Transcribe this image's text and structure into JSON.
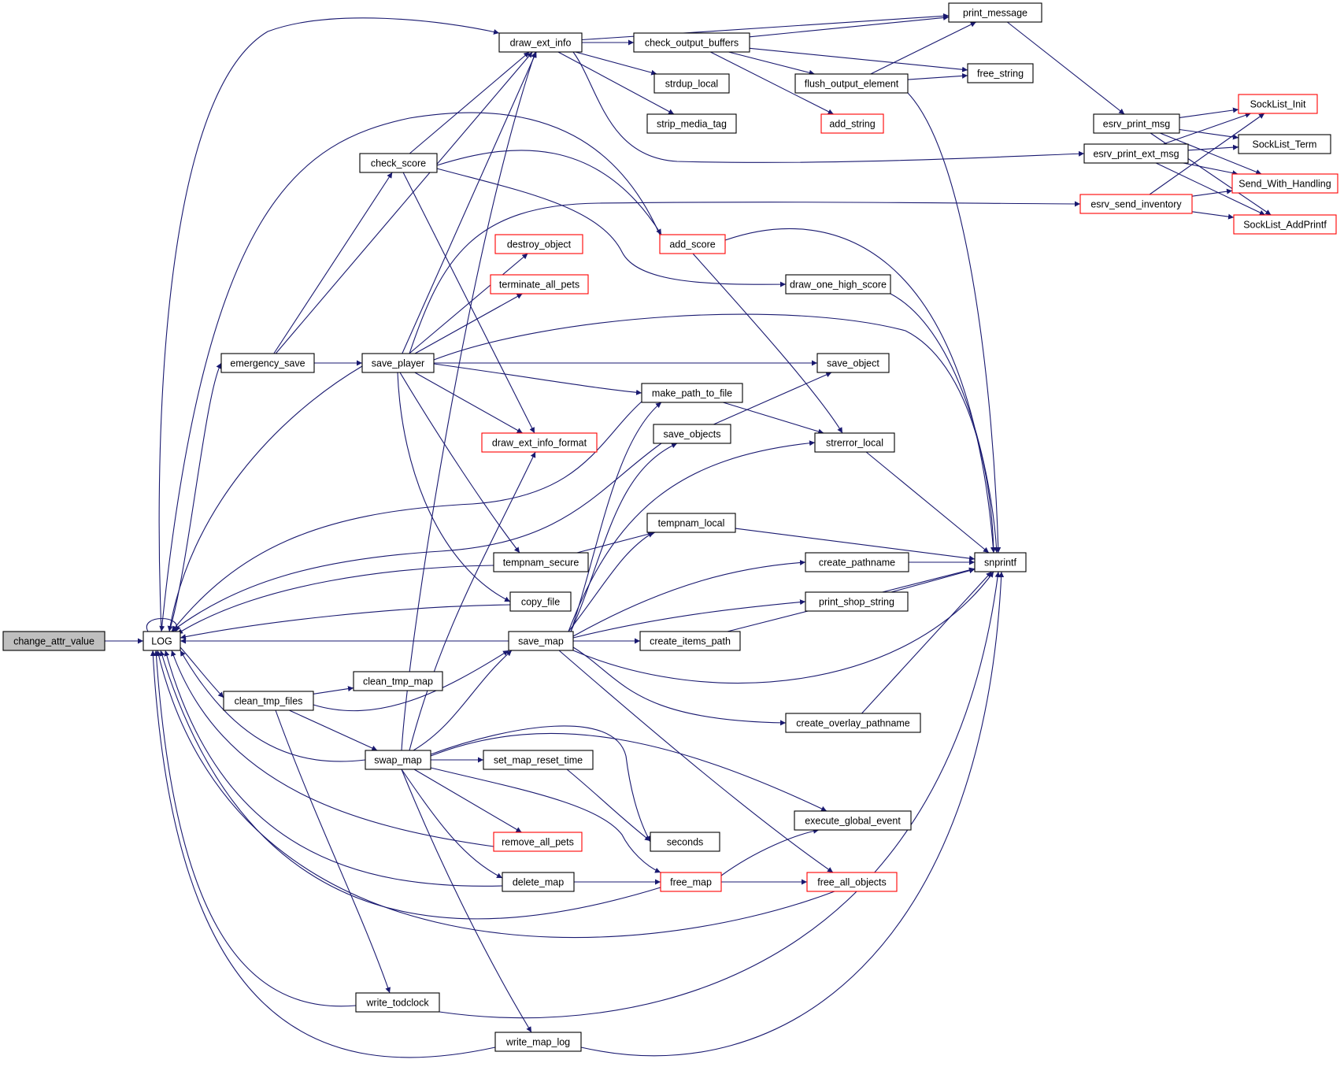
{
  "title": "change_attr_value call graph",
  "colors": {
    "edge": "#191970",
    "node_border": "#000000",
    "node_border_incomplete": "#ff0000",
    "root_fill": "#bfbfbf",
    "node_fill": "#ffffff"
  },
  "nodes": [
    {
      "id": "change_attr_value",
      "label": "change_attr_value",
      "style": "root"
    },
    {
      "id": "LOG",
      "label": "LOG",
      "style": "normal"
    },
    {
      "id": "draw_ext_info",
      "label": "draw_ext_info",
      "style": "normal"
    },
    {
      "id": "print_message",
      "label": "print_message",
      "style": "normal"
    },
    {
      "id": "check_output_buffers",
      "label": "check_output_buffers",
      "style": "normal"
    },
    {
      "id": "free_string",
      "label": "free_string",
      "style": "normal"
    },
    {
      "id": "strdup_local",
      "label": "strdup_local",
      "style": "normal"
    },
    {
      "id": "flush_output_element",
      "label": "flush_output_element",
      "style": "normal"
    },
    {
      "id": "strip_media_tag",
      "label": "strip_media_tag",
      "style": "normal"
    },
    {
      "id": "add_string",
      "label": "add_string",
      "style": "red"
    },
    {
      "id": "esrv_print_msg",
      "label": "esrv_print_msg",
      "style": "normal"
    },
    {
      "id": "SockList_Init",
      "label": "SockList_Init",
      "style": "red"
    },
    {
      "id": "SockList_Term",
      "label": "SockList_Term",
      "style": "normal"
    },
    {
      "id": "esrv_print_ext_msg",
      "label": "esrv_print_ext_msg",
      "style": "normal"
    },
    {
      "id": "Send_With_Handling",
      "label": "Send_With_Handling",
      "style": "red"
    },
    {
      "id": "esrv_send_inventory",
      "label": "esrv_send_inventory",
      "style": "red"
    },
    {
      "id": "SockList_AddPrintf",
      "label": "SockList_AddPrintf",
      "style": "red"
    },
    {
      "id": "check_score",
      "label": "check_score",
      "style": "normal"
    },
    {
      "id": "add_score",
      "label": "add_score",
      "style": "red"
    },
    {
      "id": "destroy_object",
      "label": "destroy_object",
      "style": "red"
    },
    {
      "id": "terminate_all_pets",
      "label": "terminate_all_pets",
      "style": "red"
    },
    {
      "id": "draw_one_high_score",
      "label": "draw_one_high_score",
      "style": "normal"
    },
    {
      "id": "emergency_save",
      "label": "emergency_save",
      "style": "normal"
    },
    {
      "id": "save_player",
      "label": "save_player",
      "style": "normal"
    },
    {
      "id": "save_object",
      "label": "save_object",
      "style": "normal"
    },
    {
      "id": "make_path_to_file",
      "label": "make_path_to_file",
      "style": "normal"
    },
    {
      "id": "save_objects",
      "label": "save_objects",
      "style": "normal"
    },
    {
      "id": "draw_ext_info_format",
      "label": "draw_ext_info_format",
      "style": "red"
    },
    {
      "id": "strerror_local",
      "label": "strerror_local",
      "style": "normal"
    },
    {
      "id": "tempnam_local",
      "label": "tempnam_local",
      "style": "normal"
    },
    {
      "id": "tempnam_secure",
      "label": "tempnam_secure",
      "style": "normal"
    },
    {
      "id": "create_pathname",
      "label": "create_pathname",
      "style": "normal"
    },
    {
      "id": "snprintf",
      "label": "snprintf",
      "style": "normal"
    },
    {
      "id": "copy_file",
      "label": "copy_file",
      "style": "normal"
    },
    {
      "id": "print_shop_string",
      "label": "print_shop_string",
      "style": "normal"
    },
    {
      "id": "save_map",
      "label": "save_map",
      "style": "normal"
    },
    {
      "id": "create_items_path",
      "label": "create_items_path",
      "style": "normal"
    },
    {
      "id": "clean_tmp_map",
      "label": "clean_tmp_map",
      "style": "normal"
    },
    {
      "id": "clean_tmp_files",
      "label": "clean_tmp_files",
      "style": "normal"
    },
    {
      "id": "create_overlay_pathname",
      "label": "create_overlay_pathname",
      "style": "normal"
    },
    {
      "id": "swap_map",
      "label": "swap_map",
      "style": "normal"
    },
    {
      "id": "set_map_reset_time",
      "label": "set_map_reset_time",
      "style": "normal"
    },
    {
      "id": "execute_global_event",
      "label": "execute_global_event",
      "style": "normal"
    },
    {
      "id": "seconds",
      "label": "seconds",
      "style": "normal"
    },
    {
      "id": "remove_all_pets",
      "label": "remove_all_pets",
      "style": "red"
    },
    {
      "id": "delete_map",
      "label": "delete_map",
      "style": "normal"
    },
    {
      "id": "free_map",
      "label": "free_map",
      "style": "red"
    },
    {
      "id": "free_all_objects",
      "label": "free_all_objects",
      "style": "red"
    },
    {
      "id": "write_todclock",
      "label": "write_todclock",
      "style": "normal"
    },
    {
      "id": "write_map_log",
      "label": "write_map_log",
      "style": "normal"
    }
  ],
  "edges": [
    [
      "change_attr_value",
      "LOG"
    ],
    [
      "LOG",
      "LOG"
    ],
    [
      "LOG",
      "draw_ext_info"
    ],
    [
      "LOG",
      "emergency_save"
    ],
    [
      "LOG",
      "clean_tmp_files"
    ],
    [
      "draw_ext_info",
      "print_message"
    ],
    [
      "draw_ext_info",
      "check_output_buffers"
    ],
    [
      "draw_ext_info",
      "strdup_local"
    ],
    [
      "draw_ext_info",
      "strip_media_tag"
    ],
    [
      "draw_ext_info",
      "esrv_print_ext_msg"
    ],
    [
      "check_output_buffers",
      "print_message"
    ],
    [
      "check_output_buffers",
      "free_string"
    ],
    [
      "check_output_buffers",
      "flush_output_element"
    ],
    [
      "check_output_buffers",
      "add_string"
    ],
    [
      "flush_output_element",
      "print_message"
    ],
    [
      "flush_output_element",
      "free_string"
    ],
    [
      "flush_output_element",
      "snprintf"
    ],
    [
      "print_message",
      "esrv_print_msg"
    ],
    [
      "esrv_print_msg",
      "SockList_Init"
    ],
    [
      "esrv_print_msg",
      "SockList_Term"
    ],
    [
      "esrv_print_msg",
      "Send_With_Handling"
    ],
    [
      "esrv_print_msg",
      "SockList_AddPrintf"
    ],
    [
      "esrv_print_ext_msg",
      "SockList_Init"
    ],
    [
      "esrv_print_ext_msg",
      "SockList_Term"
    ],
    [
      "esrv_print_ext_msg",
      "Send_With_Handling"
    ],
    [
      "esrv_print_ext_msg",
      "SockList_AddPrintf"
    ],
    [
      "esrv_send_inventory",
      "SockList_Init"
    ],
    [
      "esrv_send_inventory",
      "Send_With_Handling"
    ],
    [
      "esrv_send_inventory",
      "SockList_AddPrintf"
    ],
    [
      "check_score",
      "draw_ext_info"
    ],
    [
      "check_score",
      "add_score"
    ],
    [
      "check_score",
      "draw_one_high_score"
    ],
    [
      "check_score",
      "draw_ext_info_format"
    ],
    [
      "add_score",
      "LOG"
    ],
    [
      "add_score",
      "snprintf"
    ],
    [
      "add_score",
      "strerror_local"
    ],
    [
      "draw_one_high_score",
      "snprintf"
    ],
    [
      "emergency_save",
      "draw_ext_info"
    ],
    [
      "emergency_save",
      "check_score"
    ],
    [
      "emergency_save",
      "save_player"
    ],
    [
      "save_player",
      "LOG"
    ],
    [
      "save_player",
      "draw_ext_info"
    ],
    [
      "save_player",
      "esrv_send_inventory"
    ],
    [
      "save_player",
      "destroy_object"
    ],
    [
      "save_player",
      "terminate_all_pets"
    ],
    [
      "save_player",
      "snprintf"
    ],
    [
      "save_player",
      "save_object"
    ],
    [
      "save_player",
      "make_path_to_file"
    ],
    [
      "save_player",
      "draw_ext_info_format"
    ],
    [
      "save_player",
      "tempnam_secure"
    ],
    [
      "save_player",
      "copy_file"
    ],
    [
      "make_path_to_file",
      "LOG"
    ],
    [
      "make_path_to_file",
      "strerror_local"
    ],
    [
      "save_objects",
      "LOG"
    ],
    [
      "save_objects",
      "save_object"
    ],
    [
      "strerror_local",
      "snprintf"
    ],
    [
      "tempnam_local",
      "snprintf"
    ],
    [
      "tempnam_secure",
      "LOG"
    ],
    [
      "tempnam_secure",
      "tempnam_local"
    ],
    [
      "copy_file",
      "LOG"
    ],
    [
      "create_pathname",
      "snprintf"
    ],
    [
      "print_shop_string",
      "snprintf"
    ],
    [
      "create_items_path",
      "snprintf"
    ],
    [
      "create_overlay_pathname",
      "snprintf"
    ],
    [
      "save_map",
      "LOG"
    ],
    [
      "save_map",
      "make_path_to_file"
    ],
    [
      "save_map",
      "save_objects"
    ],
    [
      "save_map",
      "strerror_local"
    ],
    [
      "save_map",
      "tempnam_local"
    ],
    [
      "save_map",
      "create_pathname"
    ],
    [
      "save_map",
      "print_shop_string"
    ],
    [
      "save_map",
      "create_items_path"
    ],
    [
      "save_map",
      "snprintf"
    ],
    [
      "save_map",
      "create_overlay_pathname"
    ],
    [
      "save_map",
      "free_all_objects"
    ],
    [
      "clean_tmp_files",
      "clean_tmp_map"
    ],
    [
      "clean_tmp_files",
      "save_map"
    ],
    [
      "clean_tmp_files",
      "swap_map"
    ],
    [
      "clean_tmp_files",
      "write_todclock"
    ],
    [
      "swap_map",
      "LOG"
    ],
    [
      "swap_map",
      "draw_ext_info"
    ],
    [
      "swap_map",
      "draw_ext_info_format"
    ],
    [
      "swap_map",
      "save_map"
    ],
    [
      "swap_map",
      "set_map_reset_time"
    ],
    [
      "swap_map",
      "execute_global_event"
    ],
    [
      "swap_map",
      "seconds"
    ],
    [
      "swap_map",
      "remove_all_pets"
    ],
    [
      "swap_map",
      "delete_map"
    ],
    [
      "swap_map",
      "free_map"
    ],
    [
      "swap_map",
      "write_map_log"
    ],
    [
      "set_map_reset_time",
      "seconds"
    ],
    [
      "remove_all_pets",
      "LOG"
    ],
    [
      "delete_map",
      "LOG"
    ],
    [
      "delete_map",
      "free_map"
    ],
    [
      "free_map",
      "LOG"
    ],
    [
      "free_map",
      "execute_global_event"
    ],
    [
      "free_map",
      "free_all_objects"
    ],
    [
      "free_all_objects",
      "LOG"
    ],
    [
      "write_todclock",
      "LOG"
    ],
    [
      "write_todclock",
      "snprintf"
    ],
    [
      "write_map_log",
      "LOG"
    ],
    [
      "write_map_log",
      "snprintf"
    ]
  ]
}
